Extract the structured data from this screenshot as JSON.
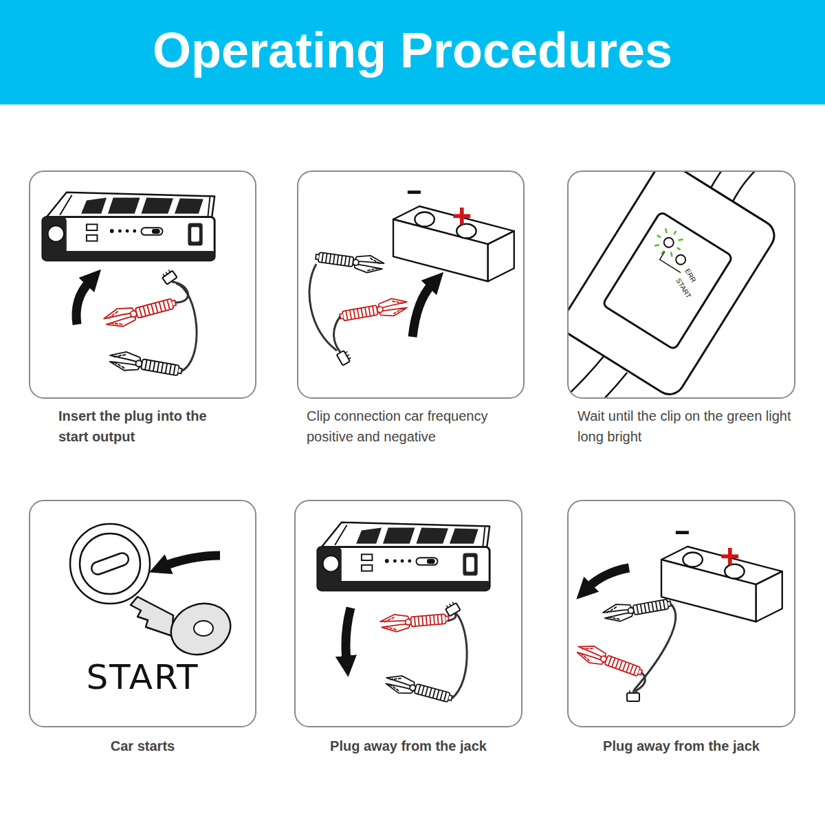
{
  "diagram": {
    "title": "Operating Procedures",
    "nodes": [
      {
        "text": [
          "Insert the plug into the start output"
        ]
      },
      {
        "text": [
          "Clip connection car frequency positive and negative"
        ]
      },
      {
        "text": [
          "Wait until the clip on the green light long bright"
        ]
      },
      {
        "text": [
          "START",
          "Car starts"
        ]
      },
      {
        "text": [
          "Plug away from the jack"
        ]
      },
      {
        "text": [
          "Plug away from the jack"
        ]
      }
    ],
    "labels": [
      "ERR",
      "START"
    ]
  }
}
